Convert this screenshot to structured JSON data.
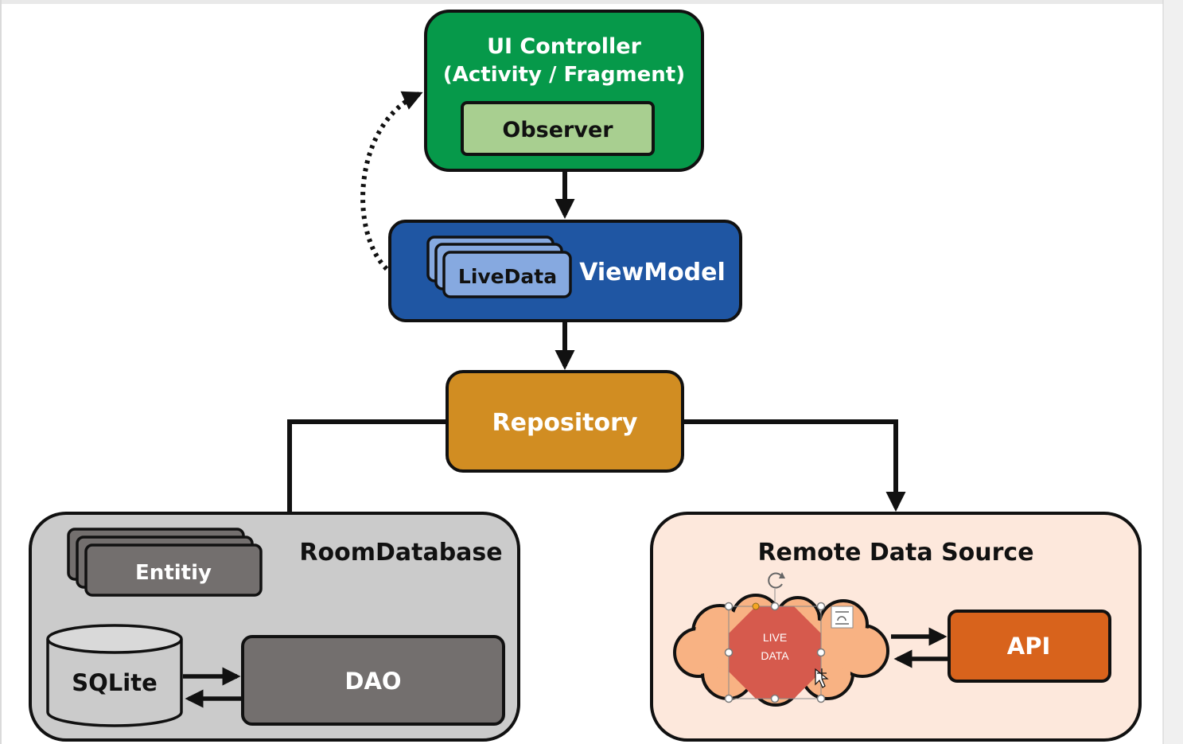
{
  "ui_controller": {
    "title_line1": "UI Controller",
    "title_line2": "(Activity / Fragment)",
    "observer_label": "Observer",
    "color": "#06994a",
    "observer_color": "#a8cf90"
  },
  "view_model": {
    "title": "ViewModel",
    "livedata_label": "LiveData",
    "color": "#1f56a3",
    "livedata_color": "#86a9e0"
  },
  "repository": {
    "title": "Repository",
    "color": "#d18d22"
  },
  "room_database": {
    "title": "RoomDatabase",
    "entity_label": "Entitiy",
    "sqlite_label": "SQLite",
    "dao_label": "DAO",
    "color": "#cbcbcb",
    "dark_color": "#736f6e"
  },
  "remote_data_source": {
    "title": "Remote Data Source",
    "live_data_line1": "LIVE",
    "live_data_line2": "DATA",
    "api_label": "API",
    "color": "#fde8dc",
    "cloud_color": "#f8b283",
    "octagon_color": "#d65a4d",
    "api_color": "#d8631c"
  }
}
